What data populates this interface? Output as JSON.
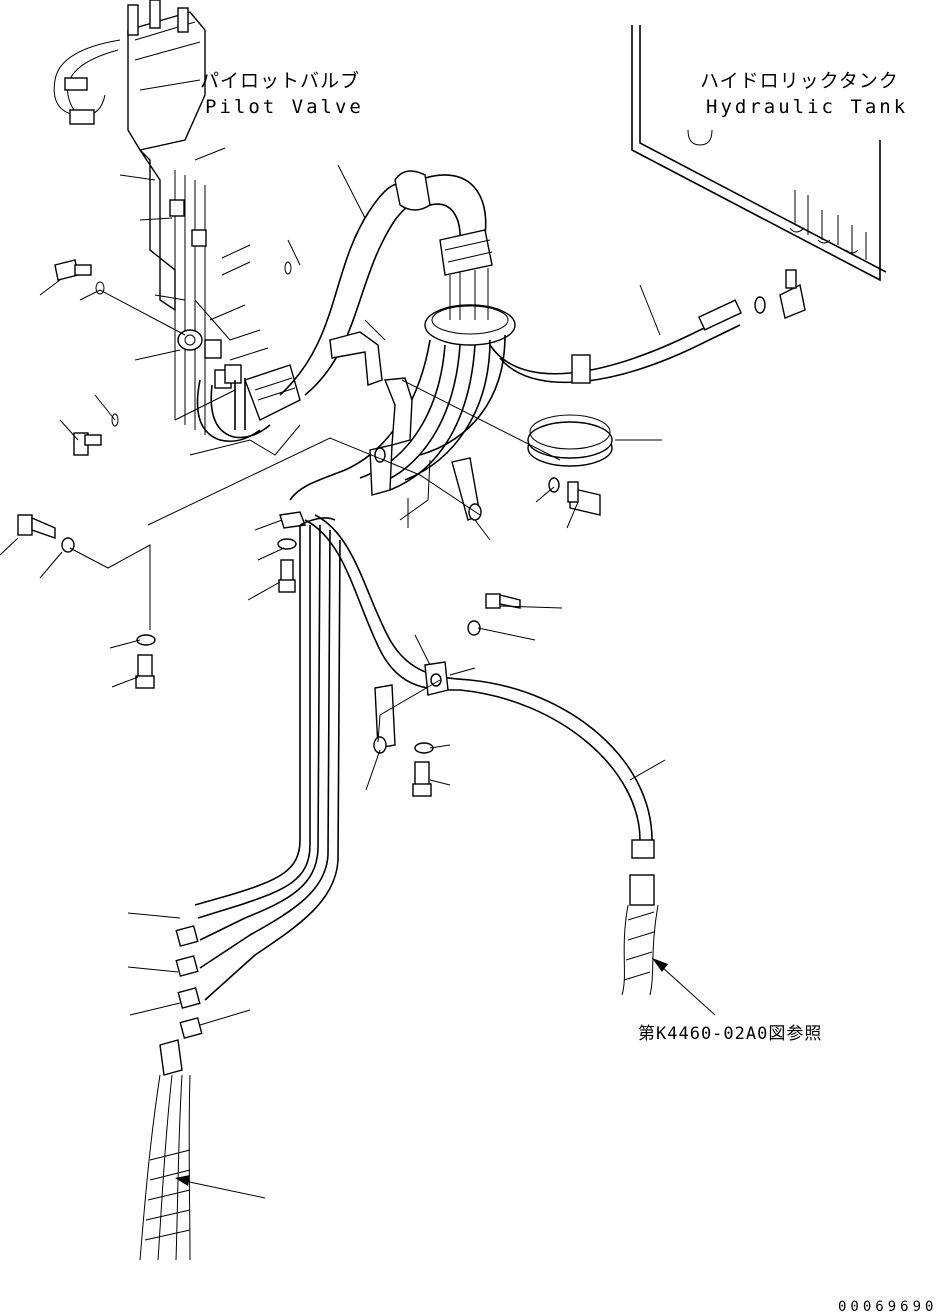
{
  "labels": {
    "pilot_valve_jp": "パイロットバルブ",
    "pilot_valve_en": "Pilot Valve",
    "hydraulic_tank_jp": "ハイドロリックタンク",
    "hydraulic_tank_en": "Hydraulic Tank",
    "reference_note": "第K4460-02A0図参照",
    "drawing_code": "00069690"
  }
}
